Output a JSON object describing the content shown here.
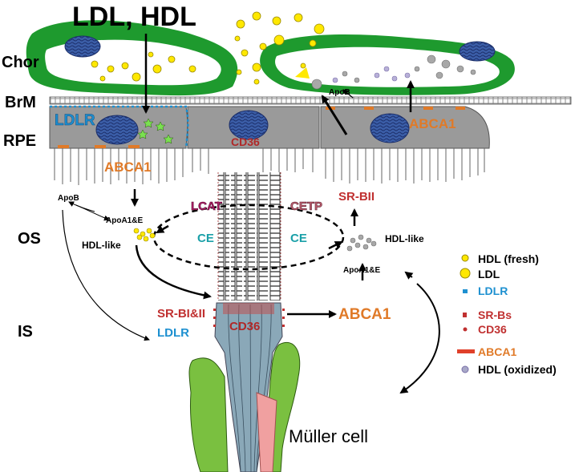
{
  "title_top": "LDL, HDL",
  "layers": {
    "chor": "Chor",
    "brm": "BrM",
    "rpe": "RPE",
    "os": "OS",
    "is": "IS"
  },
  "labels": {
    "ldlr_rpe": "LDLR",
    "cd36_rpe": "CD36",
    "abca1_rpe_left": "ABCA1",
    "abca1_rpe_right": "ABCA1",
    "apob_left": "ApoB",
    "apob_right": "ApoB",
    "apoa1e_left": "ApoA1&E",
    "apoa1e_right": "ApoA1&E",
    "hdl_like_left": "HDL-like",
    "hdl_like_right": "HDL-like",
    "lcat": "LCAT",
    "cetp": "CETP",
    "ce_left": "CE",
    "ce_right": "CE",
    "sr_bii": "SR-BII",
    "sr_bi_ii": "SR-BI&II",
    "ldlr_is": "LDLR",
    "cd36_is": "CD36",
    "abca1_is": "ABCA1",
    "muller": "Müller cell"
  },
  "legend": [
    {
      "label": "HDL (fresh)",
      "color": "#ffe800",
      "symbol": "small-circle"
    },
    {
      "label": "LDL",
      "color": "#ffe800",
      "symbol": "large-circle"
    },
    {
      "label": "LDLR",
      "color": "#1e90d0",
      "symbol": "square"
    },
    {
      "label": "SR-Bs",
      "color": "#c03030",
      "symbol": "square"
    },
    {
      "label": "CD36",
      "color": "#c03030",
      "symbol": "dot"
    },
    {
      "label": "ABCA1",
      "color": "#e0402a",
      "symbol": "bar"
    },
    {
      "label": "HDL (oxidized)",
      "color": "#a8a8c8",
      "symbol": "circle"
    }
  ],
  "colors": {
    "choroid_green": "#1e9a2e",
    "rpe_gray": "#9a9a9a",
    "nucleus_blue": "#3b5ea8",
    "ldlr_blue": "#1e90d0",
    "abca1_orange": "#e07a28",
    "sr_red": "#c03030",
    "cd36_red": "#b02828",
    "lcat_magenta": "#b0206a",
    "cetp_pink": "#c06070",
    "ce_teal": "#1aa0a8",
    "muller_green": "#7ac040",
    "cone_pink": "#f0a0a0",
    "rod_bluegray": "#8aa8b8"
  }
}
